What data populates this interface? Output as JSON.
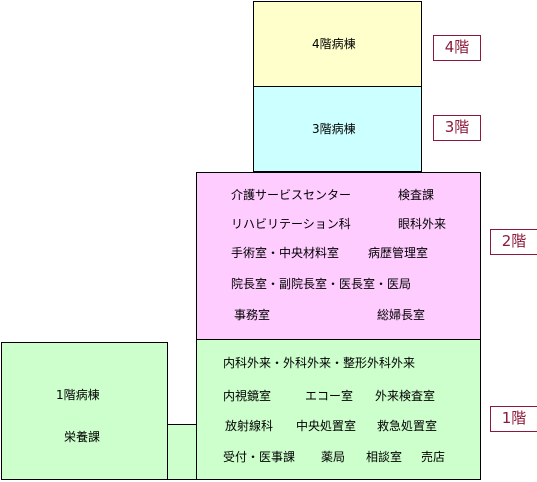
{
  "colors": {
    "floor4": "#ffffcc",
    "floor3": "#ccffff",
    "floor2": "#ffccff",
    "floor1": "#ccffcc",
    "badge_text": "#8b1a3a",
    "badge_border": "#8b1a3a"
  },
  "floor4": {
    "ward": "4階病棟",
    "badge": "4階"
  },
  "floor3": {
    "ward": "3階病棟",
    "badge": "3階"
  },
  "floor2": {
    "badge": "2階",
    "rooms": {
      "care": "介護サービスセンター",
      "lab": "検査課",
      "rehab": "リハビリテーション科",
      "eye": "眼科外来",
      "surgery": "手術室・中央材料室",
      "records": "病歴管理室",
      "directors": "院長室・副院長室・医長室・医局",
      "admin": "事務室",
      "nurse_head": "総婦長室"
    }
  },
  "floor1": {
    "badge": "1階",
    "ward": "1階病棟",
    "nutrition": "栄養課",
    "rooms": {
      "outpatient": "内科外来・外科外来・整形外科外来",
      "endoscopy": "内視鏡室",
      "echo": "エコー室",
      "exam": "外来検査室",
      "radiology": "放射線科",
      "central": "中央処置室",
      "emergency": "救急処置室",
      "reception": "受付・医事課",
      "pharmacy": "薬局",
      "consult": "相談室",
      "shop": "売店"
    }
  }
}
